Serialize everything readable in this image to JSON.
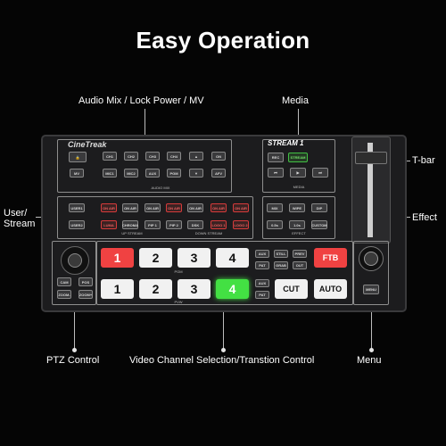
{
  "title": "Easy Operation",
  "callouts": {
    "audio_mix": "Audio Mix / Lock Power / MV",
    "media": "Media",
    "tbar": "T-bar",
    "user_stream": "User/\nStream",
    "effect": "Effect",
    "ptz": "PTZ Control",
    "video": "Video Channel Selection/Transtion Control",
    "menu": "Menu"
  },
  "device": {
    "brand": "CineTreak",
    "stream_label": "STREAM 1",
    "audio_section": "AUDIO MIX",
    "audio_row1": [
      "CH1",
      "CH2",
      "CH3",
      "CH4"
    ],
    "audio_row2": [
      "MV",
      "MIC1",
      "MIC2",
      "AUX",
      "PGM"
    ],
    "media_section": "MEDIA",
    "media_row1": [
      "REC",
      "STREAM"
    ],
    "up_stream": "UP STREAM",
    "down_stream": "DOWN STREAM",
    "user_buttons": [
      "USER1",
      "USER2"
    ],
    "up_row1": [
      "ON AIR",
      "ON AIR",
      "ON AIR"
    ],
    "up_row2": [
      "LUMA",
      "CHROMA",
      "PIP 1"
    ],
    "down_row1": [
      "ON AIR",
      "ON AIR",
      "ON AIR",
      "ON AIR"
    ],
    "down_row2": [
      "PIP 2",
      "DSK",
      "LOGO 1",
      "LOGO 2"
    ],
    "effect_section": "EFFECT",
    "effect_row1": [
      "MIX",
      "WIPE",
      "DIP"
    ],
    "effect_row2": [
      "0.5s",
      "1.0s",
      "CUSTOM"
    ],
    "ptz_buttons": [
      "CAM",
      "POS",
      "ZOOM-",
      "ZOOM+"
    ],
    "pgm_label": "PGM",
    "pvw_label": "PVW",
    "pgm_buttons": [
      "1",
      "2",
      "3",
      "4"
    ],
    "pvw_buttons": [
      "1",
      "2",
      "3",
      "4"
    ],
    "aux_col1": [
      "AUX",
      "PAT"
    ],
    "aux_col2": [
      "STILL",
      "GRAB"
    ],
    "aux_col3": [
      "PREV",
      "OUT"
    ],
    "aux_pvw": [
      "AUX",
      "PAT"
    ],
    "ftb": "FTB",
    "cut": "CUT",
    "auto": "AUTO",
    "menu": "MENU"
  },
  "colors": {
    "accent_red": "#f04242",
    "accent_green": "#43e043",
    "panel_bg": "#1c1c1e"
  }
}
